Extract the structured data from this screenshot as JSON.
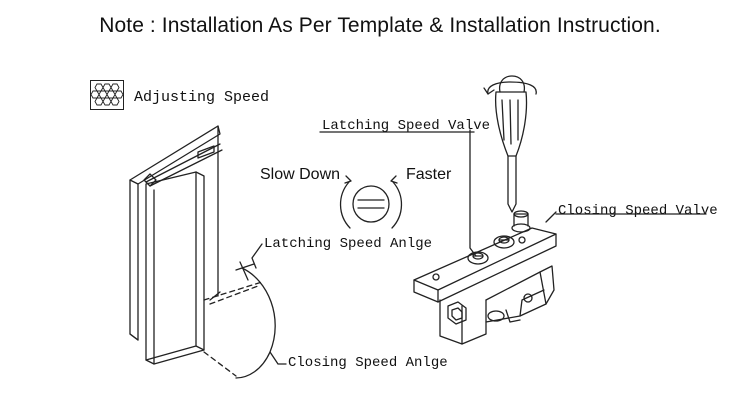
{
  "note": "Note : Installation As Per Template & Installation Instruction.",
  "legend": {
    "icon": "hexagon-pattern-icon",
    "label": "Adjusting Speed"
  },
  "labels": {
    "latching_speed_valve": "Latching Speed Valve",
    "closing_speed_valve": "Closing Speed Valve",
    "latching_speed_angle": "Latching Speed Anlge",
    "closing_speed_angle": "Closing Speed Anlge",
    "slow_down": "Slow Down",
    "faster": "Faster"
  },
  "colors": {
    "line": "#222222",
    "background": "#ffffff"
  }
}
